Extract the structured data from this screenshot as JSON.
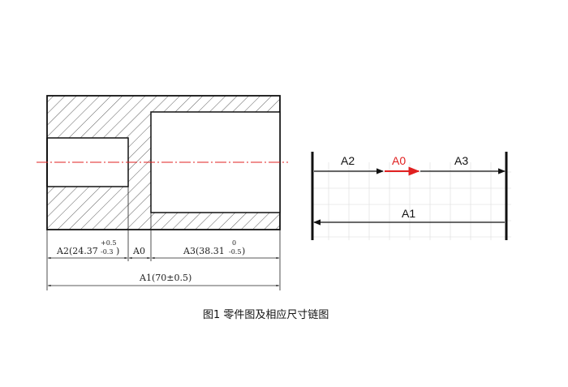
{
  "part_drawing": {
    "dims": {
      "a2": {
        "label": "A2(24.37",
        "upper": "+0.5",
        "lower": "-0.3",
        "close": ")"
      },
      "a0": {
        "label": "A0"
      },
      "a3": {
        "label": "A3(38.31",
        "upper": "0",
        "lower": "-0.5",
        "close": ")"
      },
      "a1": {
        "label": "A1(70±0.5)"
      }
    }
  },
  "chain_diagram": {
    "labels": {
      "a2": "A2",
      "a0": "A0",
      "a3": "A3",
      "a1": "A1"
    },
    "colors": {
      "closing_link": "#e02020",
      "link": "#111111",
      "grid": "#e2e2e2"
    }
  },
  "caption": "图1 零件图及相应尺寸链图"
}
